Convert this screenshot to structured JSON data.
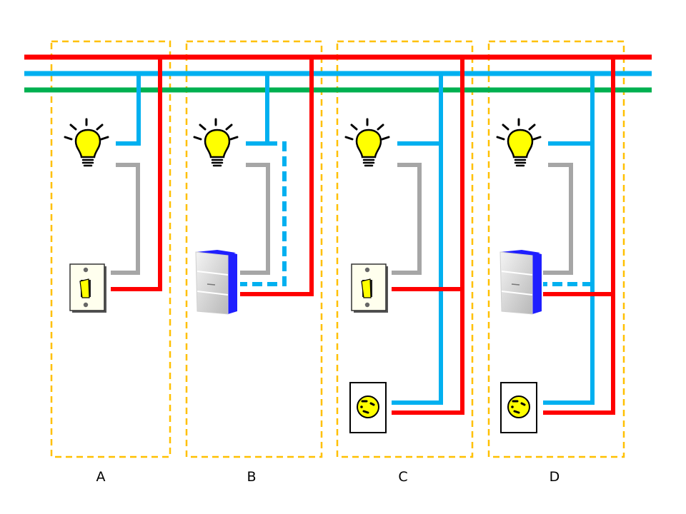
{
  "colors": {
    "live": "#ff0000",
    "neutral": "#00b0f0",
    "ground": "#00b050",
    "switched": "#a6a6a6",
    "panel_border": "#ffc000",
    "bulb": "#ffff00",
    "switch_toggle": "#ffff00",
    "outlet_face": "#ffff00",
    "dimmer_accent": "#1f1fff"
  },
  "panels": [
    {
      "label": "A",
      "devices": [
        "bulb-icon",
        "toggle-switch-icon"
      ]
    },
    {
      "label": "B",
      "devices": [
        "bulb-icon",
        "wall-switch-icon"
      ]
    },
    {
      "label": "C",
      "devices": [
        "bulb-icon",
        "toggle-switch-icon",
        "power-outlet-icon"
      ]
    },
    {
      "label": "D",
      "devices": [
        "bulb-icon",
        "wall-switch-icon",
        "power-outlet-icon"
      ]
    }
  ]
}
